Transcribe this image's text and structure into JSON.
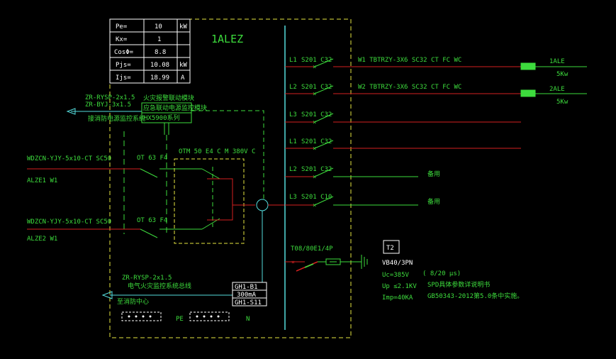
{
  "panel": {
    "name": "1ALEZ",
    "params": [
      {
        "label": "Pe=",
        "value": "10",
        "unit": "kW"
      },
      {
        "label": "Kx=",
        "value": "1",
        "unit": ""
      },
      {
        "label": "CosΦ=",
        "value": "8.8",
        "unit": ""
      },
      {
        "label": "Pjs=",
        "value": "10.08",
        "unit": "kW"
      },
      {
        "label": "Ijs=",
        "value": "18.99",
        "unit": "A"
      }
    ]
  },
  "fire_link": {
    "cable1": "ZR-RYSP-2x1.5",
    "cable2": "ZR-BYJ-3x1.5",
    "note": "接消防电源监控系统",
    "module_top": "火灾报警联动模块",
    "module_mid": "应急联动电源监控模块",
    "module_model": "HX5900系列"
  },
  "incomers": [
    {
      "cable": "WDZCN-YJY-5x10-CT SC50",
      "source": "ALZE1 W1",
      "switch": "OT 63 F4"
    },
    {
      "cable": "WDZCN-YJY-5x10-CT SC50",
      "source": "ALZE2 W1",
      "switch": "OT 63 F4"
    }
  ],
  "ats": "OTM 50 E4 C M 380V C",
  "circuits": [
    {
      "phase": "L1",
      "breaker": "S201 C32",
      "wire": "W1 TBTRZY-3X6 SC32 CT FC WC",
      "dest": "1ALE",
      "load": "5Kw"
    },
    {
      "phase": "L2",
      "breaker": "S201 C32",
      "wire": "W2 TBTRZY-3X6 SC32 CT FC WC",
      "dest": "2ALE",
      "load": "5Kw"
    },
    {
      "phase": "L3",
      "breaker": "S201 C32",
      "wire": "",
      "dest": "",
      "load": ""
    },
    {
      "phase": "L1",
      "breaker": "S201 C32",
      "wire": "",
      "dest": "",
      "load": ""
    },
    {
      "phase": "L2",
      "breaker": "S201 C32",
      "wire": "",
      "dest": "备用",
      "load": ""
    },
    {
      "phase": "L3",
      "breaker": "S201 C10",
      "wire": "",
      "dest": "备用",
      "load": ""
    }
  ],
  "spd": {
    "switch": "T08/80E1/4P",
    "class": "T2",
    "model": "VB40/3PN",
    "uc": "Uc=385V",
    "up": "Up ≤2.1KV",
    "imp": "Imp=40KA",
    "wave": "( 8/20  μs)",
    "note1": "SPD具体参数详说明书",
    "note2": "GB50343-2012第5.0条中实施。"
  },
  "monitor": {
    "cable": "ZR-RYSP-2x1.5",
    "note": "电气火灾监控系统总线",
    "dest": "至消防中心",
    "module1": "GH1-B1",
    "module2": "300mA",
    "module3": "GH1-S11"
  },
  "bars": {
    "pe": "PE",
    "n": "N"
  },
  "colors": {
    "green": "#3ddc3d",
    "red": "#d42020",
    "cyan": "#55dddd",
    "yellow": "#e6e640",
    "white": "#ffffff"
  }
}
